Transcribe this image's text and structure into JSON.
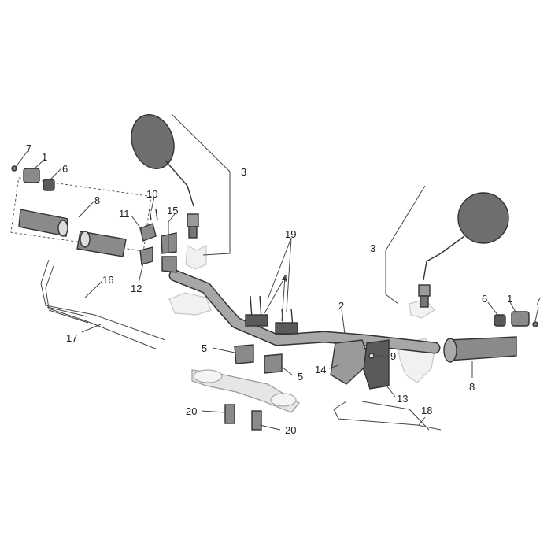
{
  "diagram": {
    "colors": {
      "part_fill": "#8a8a8a",
      "part_dark": "#5a5a5a",
      "mirror_fill": "#6e6e6e",
      "line": "#333333",
      "ghost": "#c8c8c8"
    },
    "callouts": {
      "c1_left": "1",
      "c1_right": "1",
      "c2": "2",
      "c3_left": "3",
      "c3_right": "3",
      "c4": "4",
      "c5_a": "5",
      "c5_b": "5",
      "c6_left": "6",
      "c6_right": "6",
      "c7_left": "7",
      "c7_right": "7",
      "c8_left": "8",
      "c8_right": "8",
      "c9": "9",
      "c10": "10",
      "c11": "11",
      "c12": "12",
      "c13": "13",
      "c14": "14",
      "c15": "15",
      "c16": "16",
      "c17": "17",
      "c18": "18",
      "c19": "19",
      "c20_a": "20",
      "c20_b": "20"
    }
  }
}
